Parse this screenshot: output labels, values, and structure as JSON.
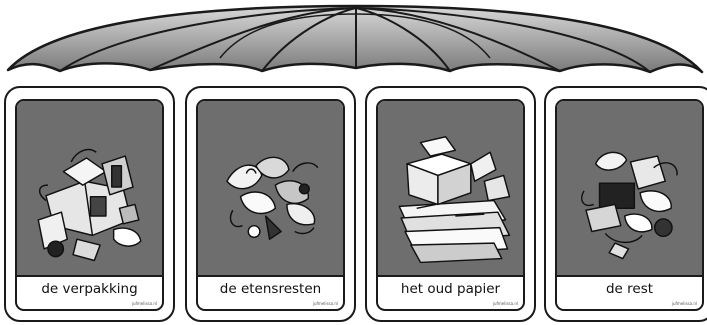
{
  "cards": [
    {
      "label": "de verpakking",
      "credit": "jufmelissa.nl",
      "illustration": "packaging-waste-icon"
    },
    {
      "label": "de etensresten",
      "credit": "jufmelissa.nl",
      "illustration": "food-waste-icon"
    },
    {
      "label": "het oud papier",
      "credit": "jufmelissa.nl",
      "illustration": "paper-waste-icon"
    },
    {
      "label": "de rest",
      "credit": "jufmelissa.nl",
      "illustration": "residual-waste-icon"
    }
  ],
  "colors": {
    "card_background": "#6e6e6e",
    "umbrella": "#a8a8a8",
    "outline": "#1a1a1a"
  }
}
